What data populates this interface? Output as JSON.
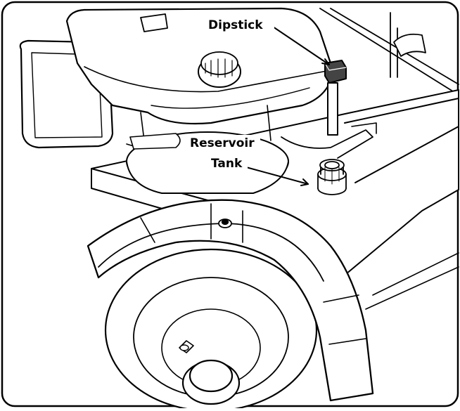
{
  "labels": {
    "dipstick": "Dipstick",
    "reservoir_line1": "Reservoir",
    "reservoir_line2": "Tank"
  },
  "colors": {
    "line": "#000000",
    "fill": "#ffffff",
    "shade": "#e6e6e6"
  }
}
